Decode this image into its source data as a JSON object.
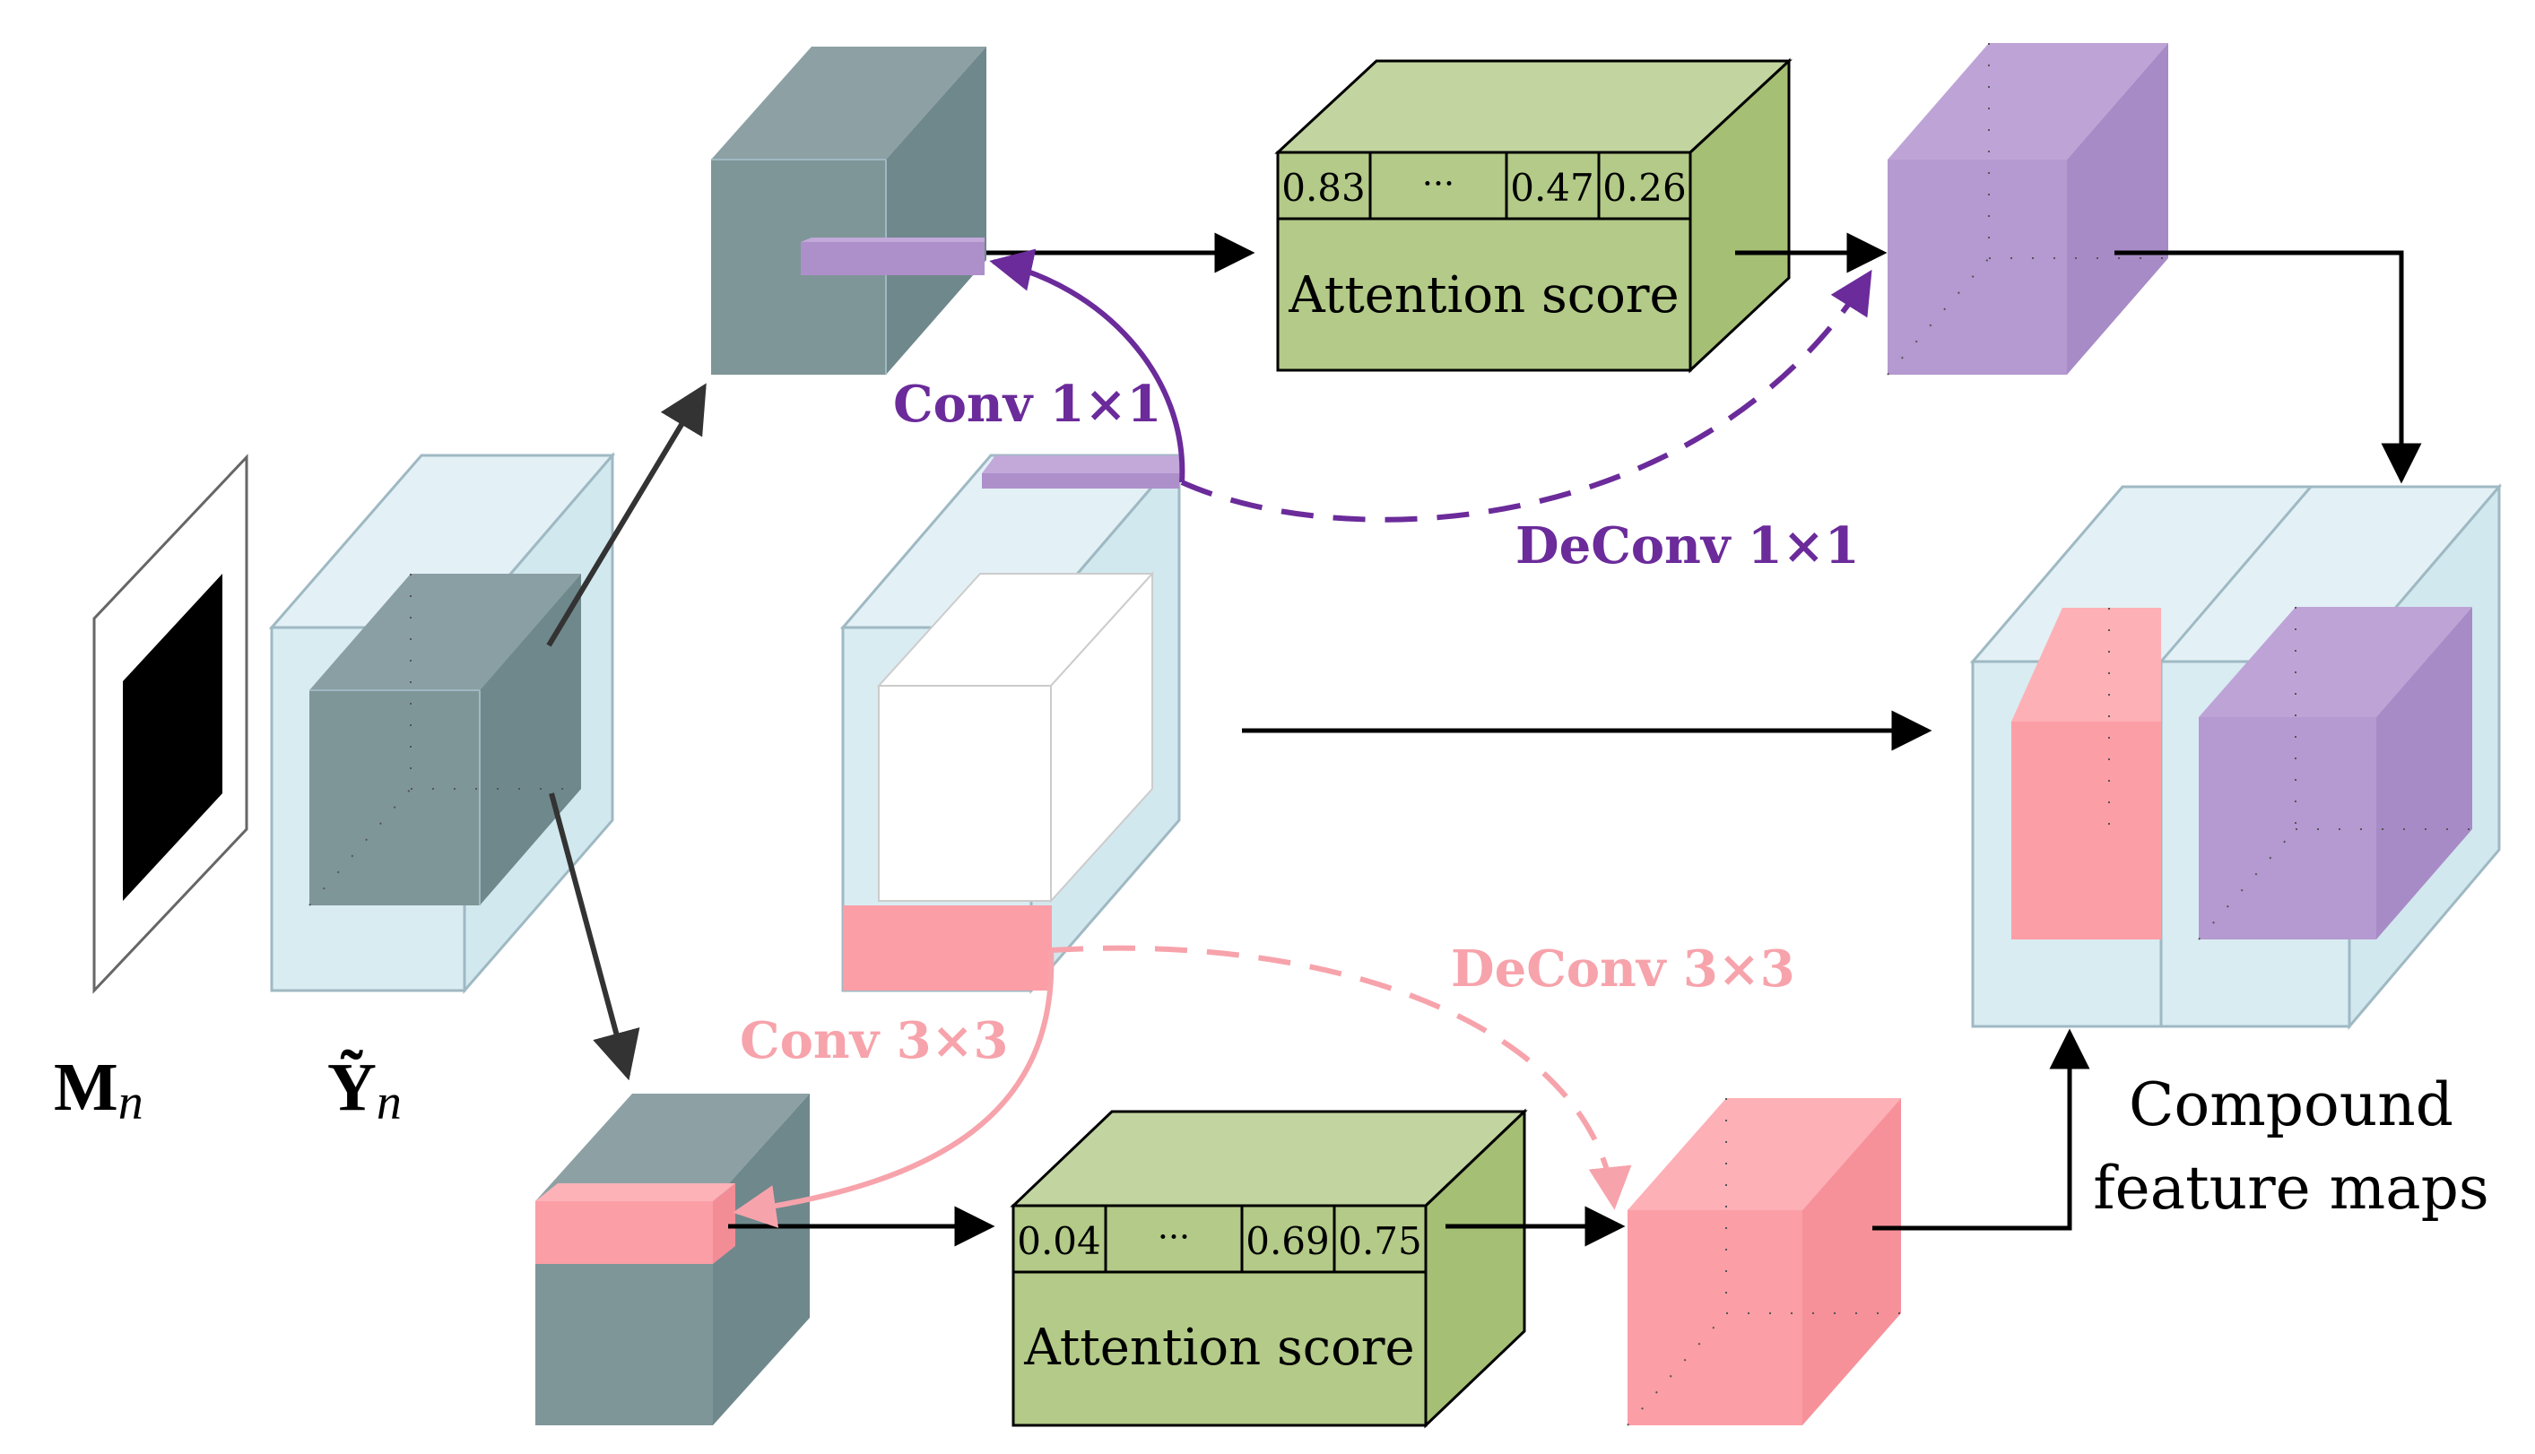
{
  "labels": {
    "mask": "M",
    "mask_sub": "n",
    "input": "Ỹ",
    "input_sub": "n",
    "conv_top": "Conv 1×1",
    "deconv_top": "DeConv 1×1",
    "conv_bottom": "Conv 3×3",
    "deconv_bottom": "DeConv 3×3",
    "compound_line1": "Compound",
    "compound_line2": "feature maps"
  },
  "attention_top": {
    "title": "Attention score",
    "cells": [
      "0.83",
      "···",
      "0.47",
      "0.26"
    ]
  },
  "attention_bottom": {
    "title": "Attention score",
    "cells": [
      "0.04",
      "···",
      "0.69",
      "0.75"
    ]
  },
  "colors": {
    "slate": "#7f9699",
    "purple": "#ad8fca",
    "pink": "#fb9ea6",
    "green": "#b3ca88",
    "lightblue": "#d9ecf2",
    "purple_text": "#6b2b9a",
    "pink_text": "#f7a3ab"
  }
}
